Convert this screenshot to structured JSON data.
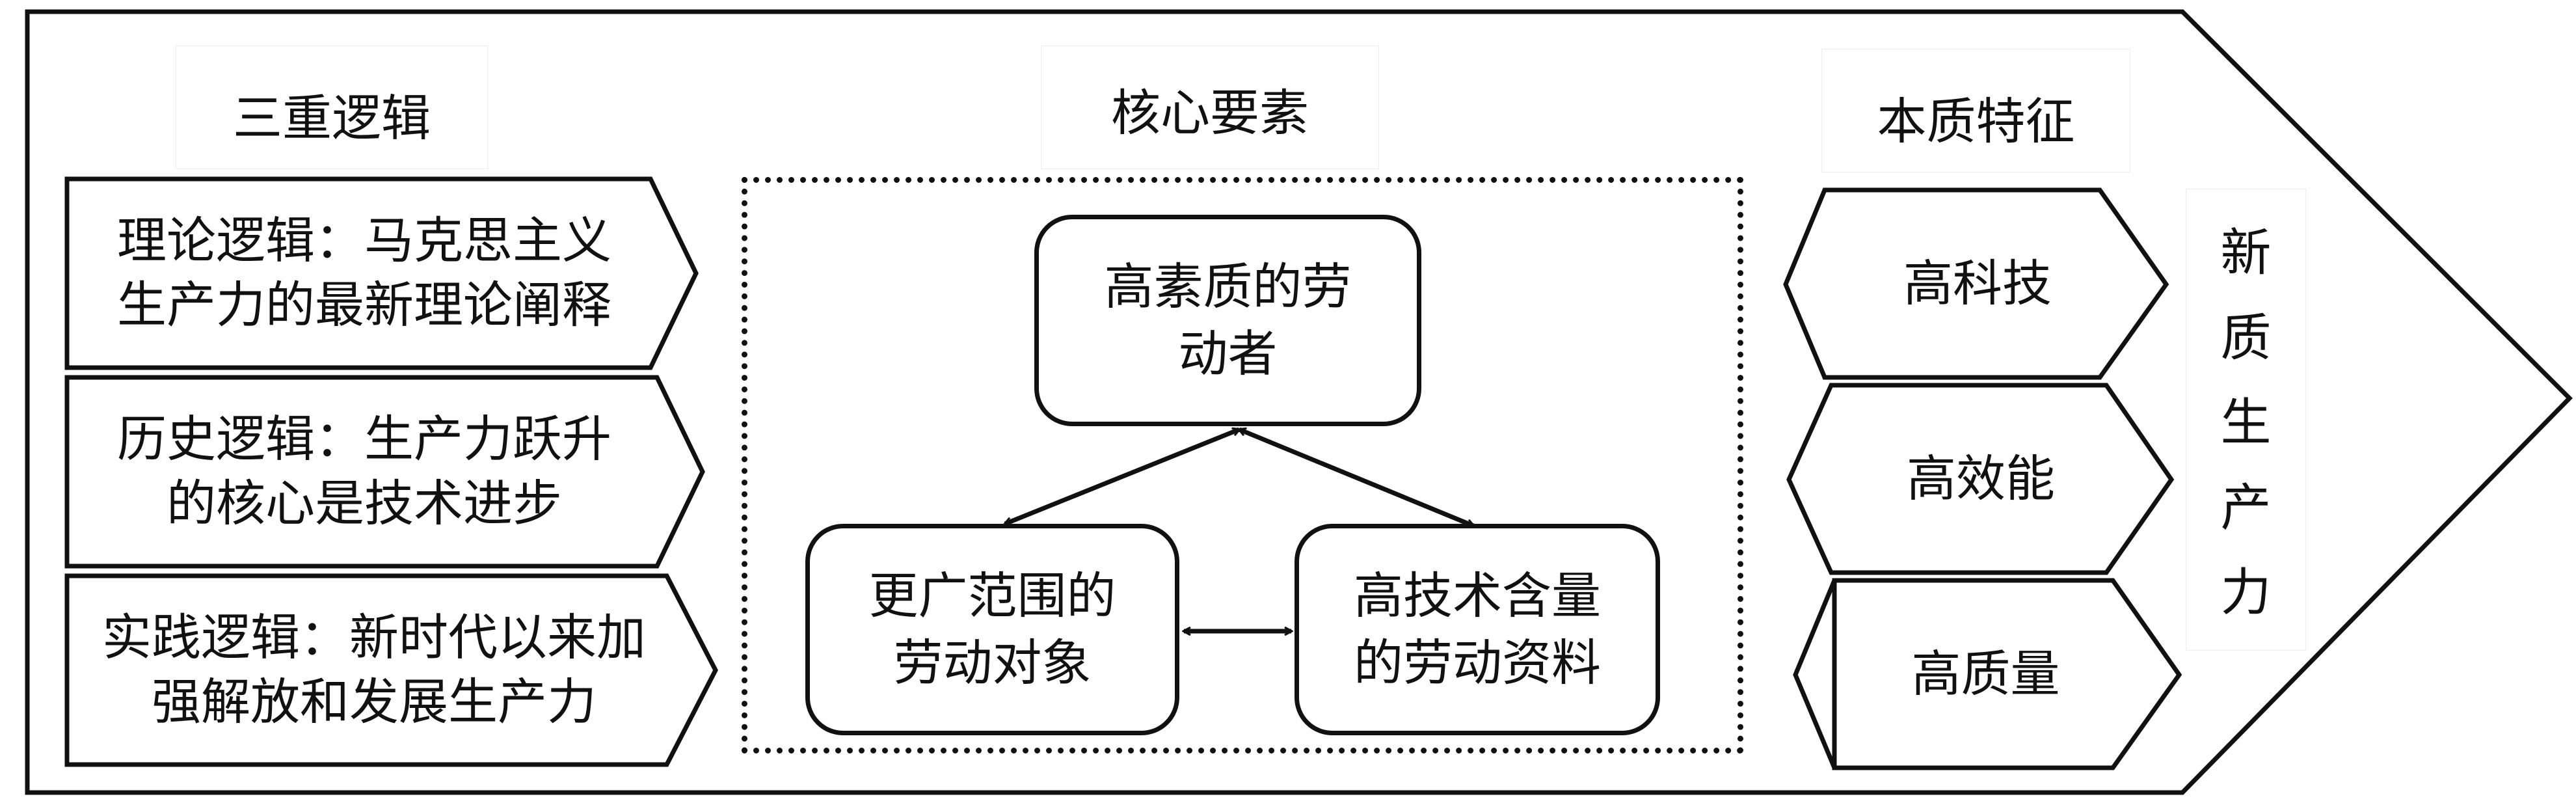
{
  "headers": {
    "logic": "三重逻辑",
    "core": "核心要素",
    "essence": "本质特征"
  },
  "logic_items": [
    {
      "line1": "理论逻辑：马克思主义",
      "line2": "生产力的最新理论阐释"
    },
    {
      "line1": "历史逻辑：生产力跃升",
      "line2": "的核心是技术进步"
    },
    {
      "line1": "实践逻辑：新时代以来加",
      "line2": "强解放和发展生产力"
    }
  ],
  "core_elements": {
    "top": {
      "line1": "高素质的劳",
      "line2": "动者"
    },
    "left": {
      "line1": "更广范围的",
      "line2": "劳动对象"
    },
    "right": {
      "line1": "高技术含量",
      "line2": "的劳动资料"
    }
  },
  "essence_items": [
    "高科技",
    "高效能",
    "高质量"
  ],
  "result_chars": [
    "新",
    "质",
    "生",
    "产",
    "力"
  ]
}
